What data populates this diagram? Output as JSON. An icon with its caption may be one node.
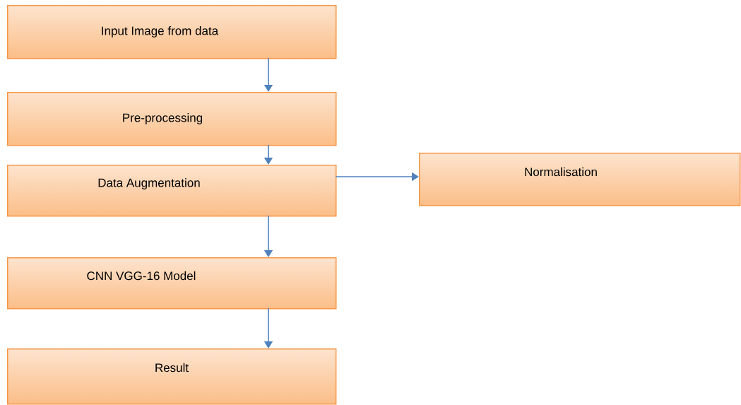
{
  "diagram": {
    "nodes": [
      {
        "text": [
          "Input Image from data"
        ]
      },
      {
        "text": [
          "Pre-processing"
        ]
      },
      {
        "text": [
          "Data Augmentation"
        ]
      },
      {
        "text": [
          "Normalisation"
        ]
      },
      {
        "text": [
          "CNN VGG-16 Model"
        ]
      },
      {
        "text": [
          "Result"
        ]
      }
    ],
    "edges": [
      {
        "from": 0,
        "to": 1,
        "arrow": "to"
      },
      {
        "from": 1,
        "to": 2,
        "arrow": "to"
      },
      {
        "from": 2,
        "to": 3,
        "arrow": "to"
      },
      {
        "from": 2,
        "to": 4,
        "arrow": "to"
      },
      {
        "from": 4,
        "to": 5,
        "arrow": "to"
      }
    ]
  }
}
